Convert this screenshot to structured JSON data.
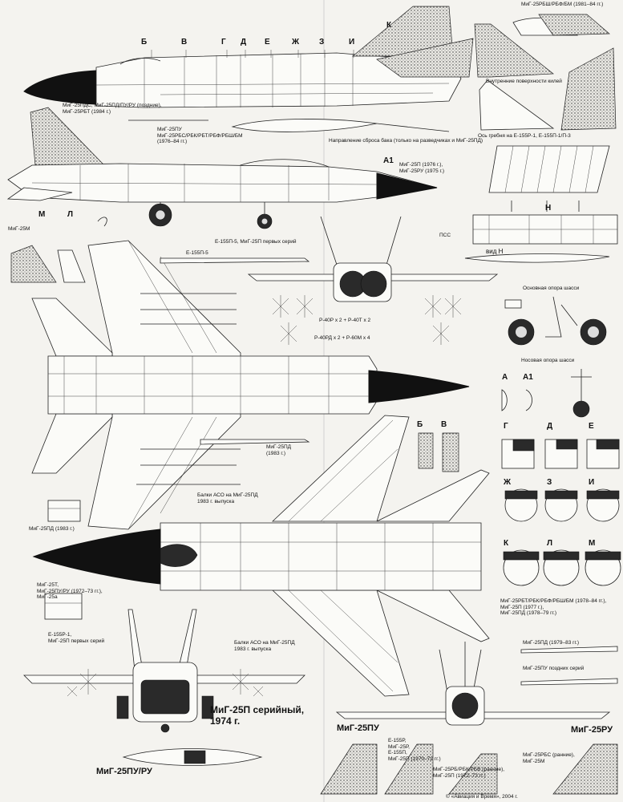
{
  "colors": {
    "paper": "#f4f3ef",
    "ink": "#111111"
  },
  "sections": {
    "b": "Б",
    "v": "В",
    "g": "Г",
    "d": "Д",
    "e": "Е",
    "zh": "Ж",
    "z": "З",
    "i": "И",
    "k": "К",
    "m": "М",
    "l": "Л",
    "a": "А",
    "a1": "А1",
    "n": "Н",
    "a1_side": "А1"
  },
  "labels": {
    "top_right_variant": "МиГ-25РБШ/РБФ/БМ (1981–84 гг.)",
    "fin_inner": "Внутренние поверхности килей",
    "ridge_axis": "Ось гребня на Е-155Р-1, Е-155П-1/П-3",
    "nose_late": "МиГ-25ПДС, МиГ-25ПД/ПУ/РУ (поздние),\nМиГ-25РБТ (1984 г.)",
    "pu_variants": "МиГ-25ПУ\nМиГ-25РБС/РБК/РБТ/РБФ/РБШ/БМ\n(1976–84 гг.)",
    "tank_drop": "Направление сброса бака (только на разведчиках и МиГ-25ПД)",
    "p_1976": "МиГ-25П (1976 г.),\nМиГ-25РУ (1975 г.)",
    "m_variant": "МиГ-25М",
    "early_missile": "Е-155П-5, МиГ-25П первых серий",
    "e155p5": "Е-155П-5",
    "psc": "ПСС",
    "view_n": "вид Н",
    "main_gear": "Основная опора шасси",
    "nose_gear": "Носовая опора шасси",
    "missiles_1": "Р-40Р х 2 + Р-40Т х 2",
    "missiles_2": "Р-40РД х 2 + Р-60М х 4",
    "pd_1983": "МиГ-25ПД\n(1983 г.)",
    "aso_1": "Балки АСО на МиГ-25ПД\n1983 г. выпуска",
    "pd_1983_small": "МиГ-25ПД (1983 г.)",
    "nose_early": "МиГ-25Т,\nМиГ-25ПУ/РУ (1972–73 гг.),\nМиГ-25а",
    "rbt_list": "МиГ-25РБТ/РБК/РБФ/РБШ/БМ (1978–84 гг.),\nМиГ-25П (1977 г.),\nМиГ-25ПД (1978–79 гг.)",
    "pd_1979": "МиГ-25ПД (1979–83 гг.)",
    "pu_late": "МиГ-25ПУ поздних серий",
    "e155r_1": "Е-155Р-1,\nМиГ-25П первых серий",
    "aso_2": "Балки АСО на МиГ-25ПД\n1983 г. выпуска",
    "e155r_list": "Е-155Р,\nМиГ-25Р,\nЕ-155П,\nМиГ-25П (1970–72 гг.)",
    "rb_early": "МиГ-25РБ/РБК/РБВ (ранние),\nМиГ-25П (1972–73 гг.)",
    "rbs": "МиГ-25РБС (ранние),\nМиГ-25М",
    "copyright": "© «Авиация и Время», 2004 г."
  },
  "titles": {
    "p_serial": "МиГ-25П серийный,\n1974 г.",
    "pu": "МиГ-25ПУ",
    "ru": "МиГ-25РУ",
    "pu_ru": "МиГ-25ПУ/РУ"
  }
}
